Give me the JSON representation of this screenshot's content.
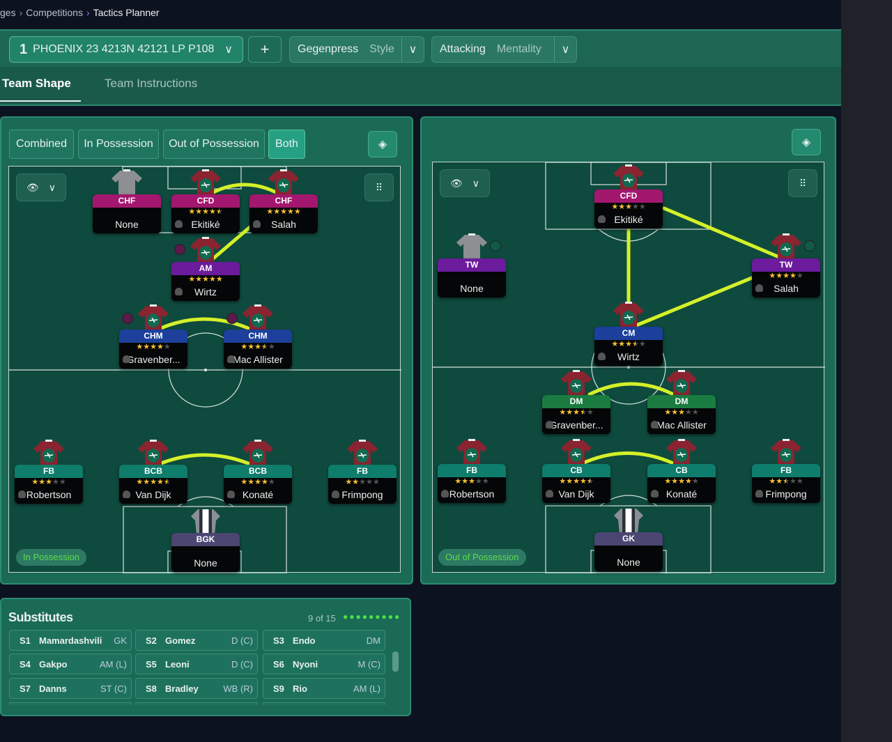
{
  "breadcrumb": {
    "items": [
      "ges",
      "Competitions"
    ],
    "current": "Tactics Planner"
  },
  "toolbar": {
    "tactic_number": "1",
    "tactic_name": "PHOENIX 23 4213N 42121 LP P108",
    "add_label": "+",
    "style_value": "Gegenpress",
    "style_label": "Style",
    "mentality_value": "Attacking",
    "mentality_label": "Mentality"
  },
  "tabs": [
    "Team Shape",
    "Team Instructions"
  ],
  "view_toggle": [
    "Combined",
    "In Possession",
    "Out of Possession",
    "Both"
  ],
  "view_toggle_selected": "Both",
  "pitches": [
    {
      "label": "In Possession",
      "players": [
        {
          "role": "CHF",
          "name": "None",
          "rating": null,
          "kit": "empty",
          "color": "#a3176f"
        },
        {
          "role": "CFD",
          "name": "Ekitiké",
          "rating": 4.5,
          "kit": "outfield",
          "color": "#a3176f"
        },
        {
          "role": "CHF",
          "name": "Salah",
          "rating": 5,
          "kit": "outfield",
          "color": "#a3176f"
        },
        {
          "role": "AM",
          "name": "Wirtz",
          "rating": 5,
          "kit": "outfield",
          "color": "#6b1b9c"
        },
        {
          "role": "CHM",
          "name": "Gravenber...",
          "rating": 4,
          "kit": "outfield",
          "color": "#1c409c"
        },
        {
          "role": "CHM",
          "name": "Mac Allister",
          "rating": 3.5,
          "kit": "outfield",
          "color": "#1c409c"
        },
        {
          "role": "FB",
          "name": "Robertson",
          "rating": 3,
          "kit": "outfield",
          "color": "#0f7d6c"
        },
        {
          "role": "BCB",
          "name": "Van Dijk",
          "rating": 4.5,
          "kit": "outfield",
          "color": "#0f7d6c"
        },
        {
          "role": "BCB",
          "name": "Konaté",
          "rating": 4,
          "kit": "outfield",
          "color": "#0f7d6c"
        },
        {
          "role": "FB",
          "name": "Frimpong",
          "rating": 2,
          "kit": "outfield",
          "color": "#0f7d6c"
        },
        {
          "role": "BGK",
          "name": "None",
          "rating": null,
          "kit": "gk",
          "color": "#4b4672"
        }
      ]
    },
    {
      "label": "Out of Possession",
      "players": [
        {
          "role": "TW",
          "name": "None",
          "rating": null,
          "kit": "empty",
          "color": "#6b1b9c"
        },
        {
          "role": "CFD",
          "name": "Ekitiké",
          "rating": 3,
          "kit": "outfield",
          "color": "#a3176f"
        },
        {
          "role": "TW",
          "name": "Salah",
          "rating": 4,
          "kit": "outfield",
          "color": "#6b1b9c"
        },
        {
          "role": "CM",
          "name": "Wirtz",
          "rating": 3.5,
          "kit": "outfield",
          "color": "#1c409c"
        },
        {
          "role": "DM",
          "name": "Gravenber...",
          "rating": 3.5,
          "kit": "outfield",
          "color": "#1a7c40"
        },
        {
          "role": "DM",
          "name": "Mac Allister",
          "rating": 3,
          "kit": "outfield",
          "color": "#1a7c40"
        },
        {
          "role": "FB",
          "name": "Robertson",
          "rating": 3,
          "kit": "outfield",
          "color": "#0f7d6c"
        },
        {
          "role": "CB",
          "name": "Van Dijk",
          "rating": 4.5,
          "kit": "outfield",
          "color": "#0f7d6c"
        },
        {
          "role": "CB",
          "name": "Konaté",
          "rating": 4,
          "kit": "outfield",
          "color": "#0f7d6c"
        },
        {
          "role": "FB",
          "name": "Frimpong",
          "rating": 2.5,
          "kit": "outfield",
          "color": "#0f7d6c"
        },
        {
          "role": "GK",
          "name": "None",
          "rating": null,
          "kit": "gk",
          "color": "#4b4672"
        }
      ]
    }
  ],
  "substitutes": {
    "title": "Substitutes",
    "count": "9 of 15",
    "dots": "●●●●●●●●●",
    "items": [
      {
        "no": "S1",
        "name": "Mamardashvili",
        "pos": "GK"
      },
      {
        "no": "S2",
        "name": "Gomez",
        "pos": "D (C)"
      },
      {
        "no": "S3",
        "name": "Endo",
        "pos": "DM"
      },
      {
        "no": "S4",
        "name": "Gakpo",
        "pos": "AM (L)"
      },
      {
        "no": "S5",
        "name": "Leoni",
        "pos": "D (C)"
      },
      {
        "no": "S6",
        "name": "Nyoni",
        "pos": "M (C)"
      },
      {
        "no": "S7",
        "name": "Danns",
        "pos": "ST (C)"
      },
      {
        "no": "S8",
        "name": "Bradley",
        "pos": "WB (R)"
      },
      {
        "no": "S9",
        "name": "Rio",
        "pos": "AM (L)"
      }
    ]
  },
  "colors": {
    "accent": "#25a083",
    "link": "#d4f02a",
    "status": "#5ddc4c"
  }
}
